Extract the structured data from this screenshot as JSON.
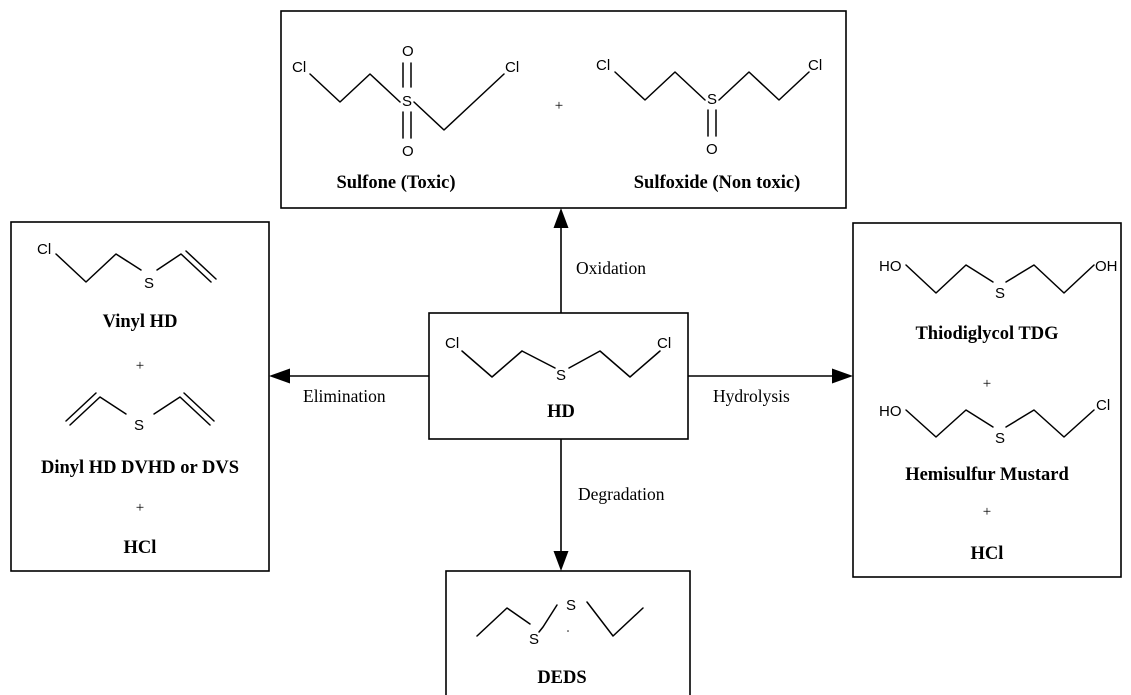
{
  "center": {
    "name": "HD",
    "atoms": {
      "cl_left": "Cl",
      "s": "S",
      "cl_right": "Cl"
    }
  },
  "top": {
    "product1": {
      "name": "Sulfone (Toxic)",
      "atoms": {
        "cl_left": "Cl",
        "s": "S",
        "o_top": "O",
        "o_bottom": "O",
        "cl_right": "Cl"
      }
    },
    "plus": "+",
    "product2": {
      "name": "Sulfoxide (Non toxic)",
      "atoms": {
        "cl_left": "Cl",
        "s": "S",
        "o": "O",
        "cl_right": "Cl"
      }
    }
  },
  "left": {
    "product1": {
      "name": "Vinyl HD",
      "atoms": {
        "cl": "Cl",
        "s": "S"
      }
    },
    "plus1": "+",
    "product2": {
      "name": "Dinyl HD DVHD or DVS",
      "atoms": {
        "s": "S"
      }
    },
    "plus2": "+",
    "product3": {
      "name": "HCl"
    }
  },
  "right": {
    "product1": {
      "name": "Thiodiglycol TDG",
      "atoms": {
        "ho": "HO",
        "s": "S",
        "oh": "OH"
      }
    },
    "plus1": "+",
    "product2": {
      "name": "Hemisulfur Mustard",
      "atoms": {
        "ho": "HO",
        "s": "S",
        "cl": "Cl"
      }
    },
    "plus2": "+",
    "product3": {
      "name": "HCl"
    }
  },
  "bottom": {
    "product1": {
      "name": "DEDS",
      "atoms": {
        "s1": "S",
        "s2": "S"
      }
    }
  },
  "processes": {
    "up": "Oxidation",
    "left": "Elimination",
    "right": "Hydrolysis",
    "down": "Degradation"
  }
}
